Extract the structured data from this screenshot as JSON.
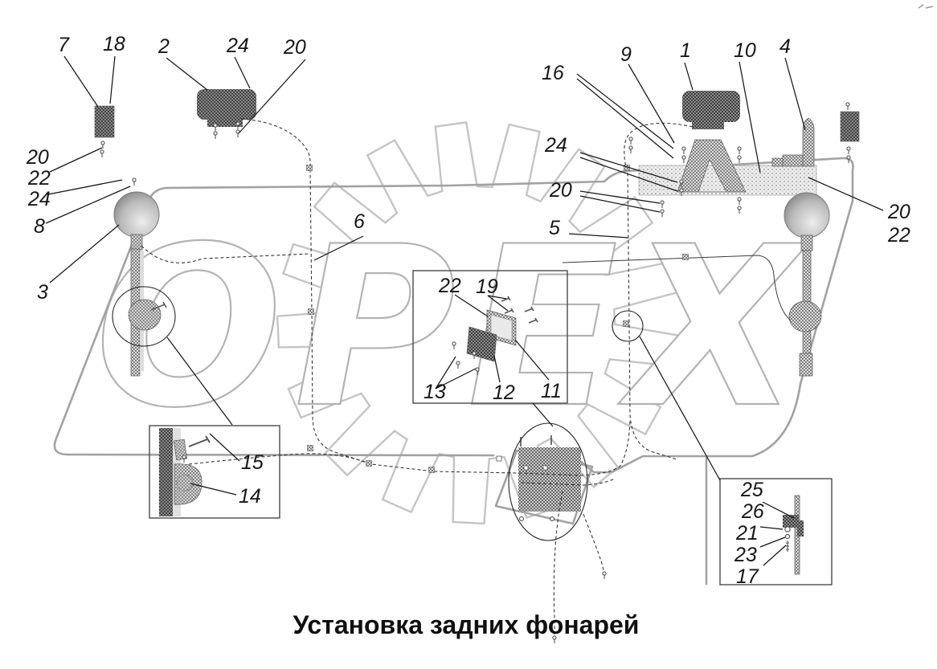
{
  "title": "Установка задних фонарей",
  "watermark": "ОРЕХ",
  "colors": {
    "frame_gray": "#a2a2a2",
    "watermark_gray": "#b3b3b3",
    "watermark_gear_gray": "#c4c4c4",
    "ink_black": "#161616",
    "background": "#ffffff"
  },
  "callouts": {
    "c7": {
      "text": "7"
    },
    "c18": {
      "text": "18"
    },
    "c2": {
      "text": "2"
    },
    "c24a": {
      "text": "24"
    },
    "c20a": {
      "text": "20"
    },
    "c20b": {
      "text": "20"
    },
    "c22b": {
      "text": "22"
    },
    "c24b": {
      "text": "24"
    },
    "c8": {
      "text": "8"
    },
    "c3": {
      "text": "3"
    },
    "c6": {
      "text": "6"
    },
    "c16": {
      "text": "16"
    },
    "c9": {
      "text": "9"
    },
    "c1": {
      "text": "1"
    },
    "c10": {
      "text": "10"
    },
    "c4": {
      "text": "4"
    },
    "c24c": {
      "text": "24"
    },
    "c20c": {
      "text": "20"
    },
    "c5": {
      "text": "5"
    },
    "c20d": {
      "text": "20"
    },
    "c22d": {
      "text": "22"
    },
    "c22e": {
      "text": "22"
    },
    "c19": {
      "text": "19"
    },
    "c13": {
      "text": "13"
    },
    "c12": {
      "text": "12"
    },
    "c11": {
      "text": "11"
    },
    "c15": {
      "text": "15"
    },
    "c14": {
      "text": "14"
    },
    "c25": {
      "text": "25"
    },
    "c26": {
      "text": "26"
    },
    "c21": {
      "text": "21"
    },
    "c23": {
      "text": "23"
    },
    "c17": {
      "text": "17"
    }
  }
}
